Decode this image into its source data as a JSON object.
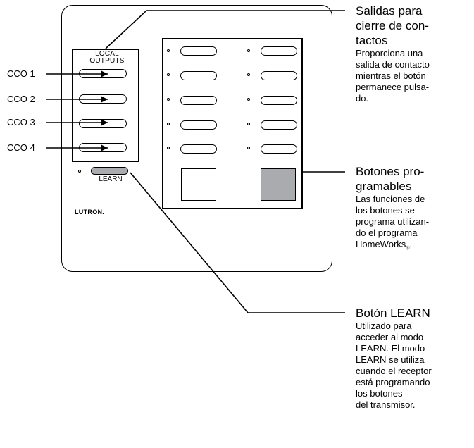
{
  "keypad": {
    "local_outputs_line1": "LOCAL",
    "local_outputs_line2": "OUTPUTS",
    "learn_label": "LEARN",
    "logo": "LUTRON.",
    "learn_button_color": "#a9abae",
    "button6_right_color": "#a9abae"
  },
  "cco_labels": [
    "CCO 1",
    "CCO 2",
    "CCO 3",
    "CCO 4"
  ],
  "callouts": {
    "outputs": {
      "title": [
        "Salidas para",
        "cierre de con-",
        "tactos"
      ],
      "desc": [
        "Proporciona una",
        "salida de contacto",
        "mientras el botón",
        "permanece pulsa-",
        "do."
      ]
    },
    "buttons": {
      "title": [
        "Botones pro-",
        "gramables"
      ],
      "desc": [
        "Las funciones de",
        "los botones se",
        "programa utilizan-",
        "do el programa",
        "HomeWorks"
      ],
      "registered_mark": "®",
      "desc_end": "."
    },
    "learn": {
      "title": [
        "Botón LEARN"
      ],
      "desc": [
        "Utilizado para",
        "acceder al modo",
        "LEARN. El modo",
        "LEARN se utiliza",
        "cuando el receptor",
        "está programando",
        "los botones",
        "del transmisor."
      ]
    }
  }
}
